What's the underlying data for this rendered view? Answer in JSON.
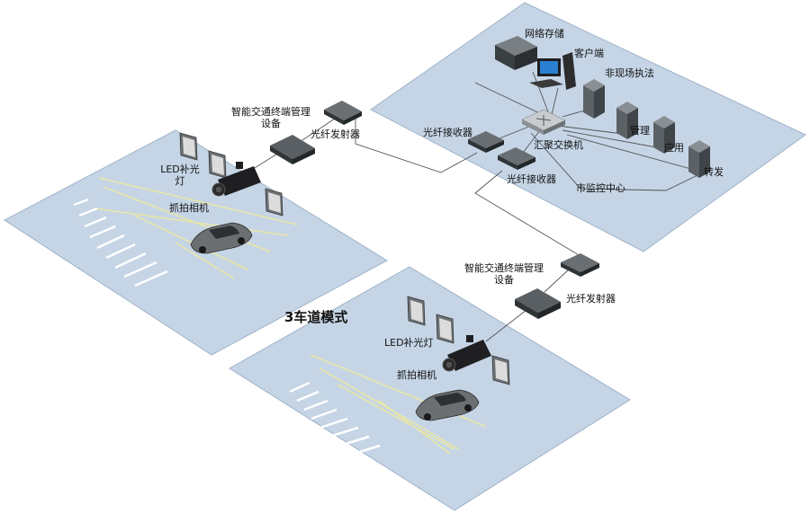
{
  "labels": {
    "network_storage": "网络存储",
    "client": "客户端",
    "offsite_enforcement": "非现场执法",
    "management": "管理",
    "application": "应用",
    "forwarding": "转发",
    "aggregation_switch": "汇聚交换机",
    "fiber_receiver_1": "光纤接收器",
    "fiber_receiver_2": "光纤接收器",
    "city_monitoring_center": "市监控中心",
    "top_terminal_mgmt_line1": "智能交通终端管理",
    "top_terminal_mgmt_line2": "设备",
    "top_fiber_transmitter": "光纤发射器",
    "top_led_line1": "LED补光",
    "top_led_line2": "灯",
    "top_camera": "抓拍相机",
    "lane_mode": "3车道模式",
    "bottom_terminal_mgmt_line1": "智能交通终端管理",
    "bottom_terminal_mgmt_line2": "设备",
    "bottom_fiber_transmitter": "光纤发射器",
    "bottom_led": "LED补光灯",
    "bottom_camera": "抓拍相机"
  },
  "colors": {
    "zone_fill": "#c5d5e6",
    "zone_stroke": "#9fb3c8",
    "lane_line": "#e8e6a8",
    "link_line": "#333333",
    "device_dark": "#2f3437",
    "server_gray": "#6f7478"
  }
}
